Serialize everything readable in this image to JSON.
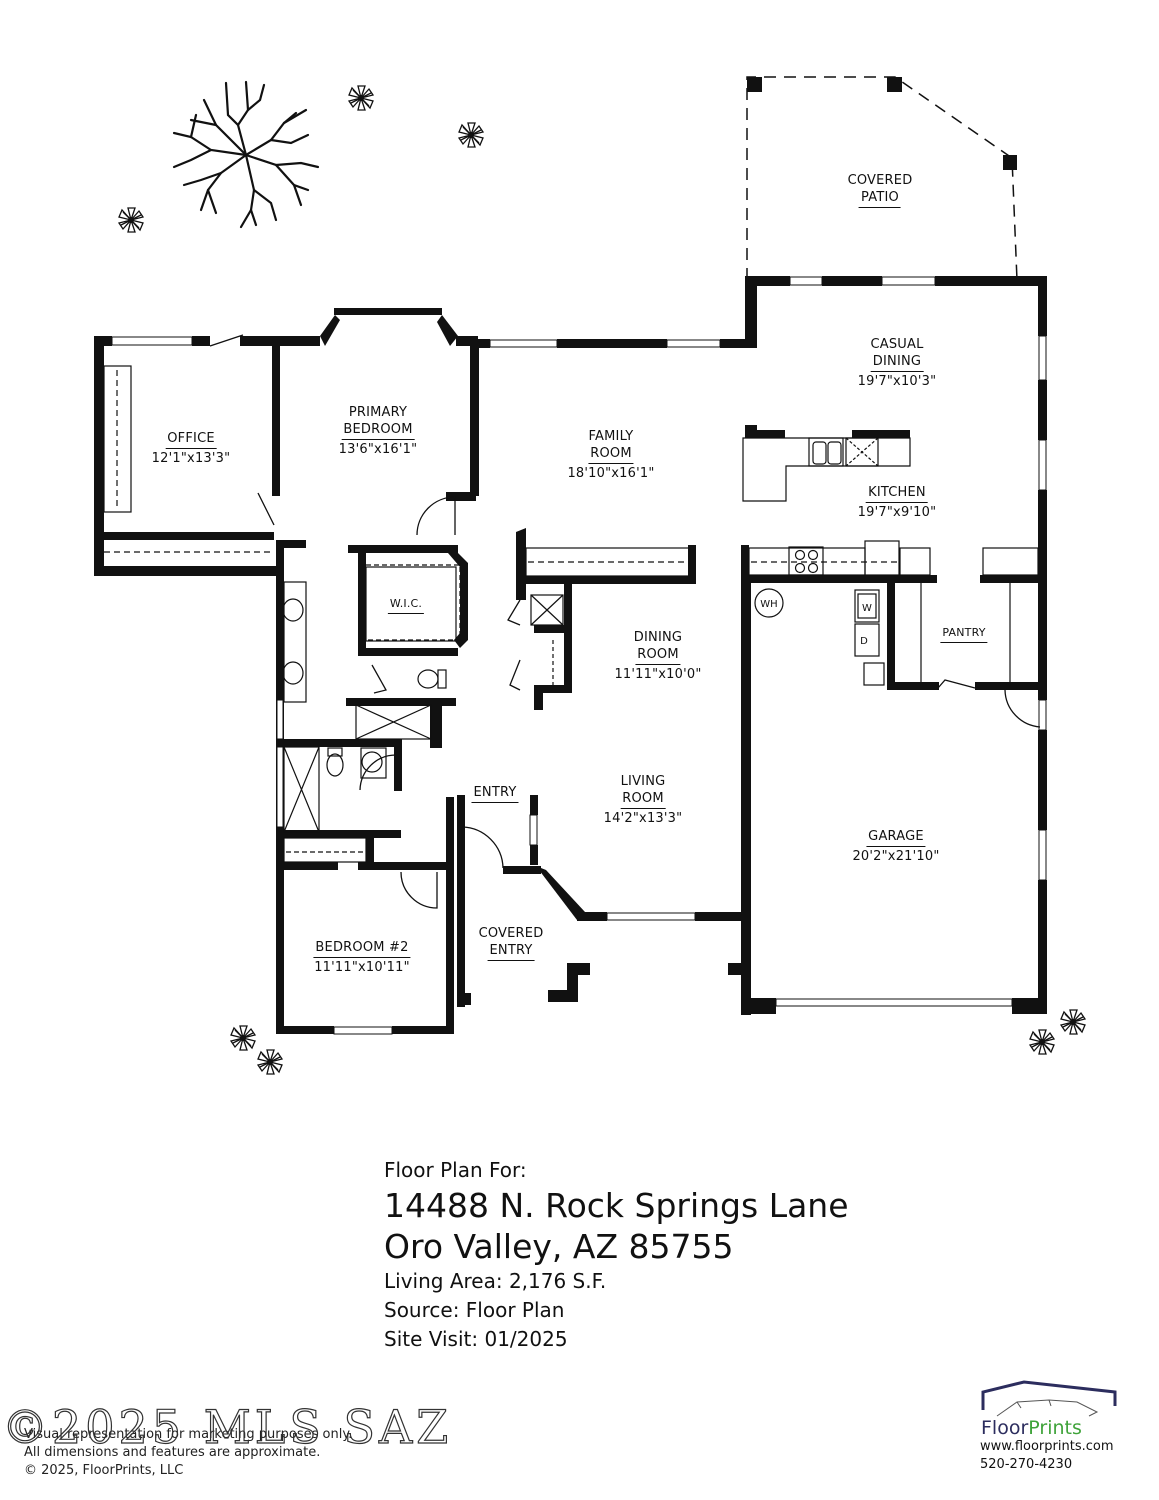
{
  "rooms": {
    "covered_patio": {
      "name_line1": "COVERED",
      "name_line2": "PATIO"
    },
    "casual_dining": {
      "name_line1": "CASUAL",
      "name_line2": "DINING",
      "dims": "19'7\"x10'3\""
    },
    "office": {
      "name": "OFFICE",
      "dims": "12'1\"x13'3\""
    },
    "primary_bedroom": {
      "name_line1": "PRIMARY",
      "name_line2": "BEDROOM",
      "dims": "13'6\"x16'1\""
    },
    "family_room": {
      "name_line1": "FAMILY",
      "name_line2": "ROOM",
      "dims": "18'10\"x16'1\""
    },
    "kitchen": {
      "name": "KITCHEN",
      "dims": "19'7\"x9'10\""
    },
    "wic": {
      "name": "W.I.C."
    },
    "dining_room": {
      "name_line1": "DINING",
      "name_line2": "ROOM",
      "dims": "11'11\"x10'0\""
    },
    "pantry": {
      "name": "PANTRY"
    },
    "living_room": {
      "name_line1": "LIVING",
      "name_line2": "ROOM",
      "dims": "14'2\"x13'3\""
    },
    "entry": {
      "name": "ENTRY"
    },
    "garage": {
      "name": "GARAGE",
      "dims": "20'2\"x21'10\""
    },
    "bedroom2": {
      "name": "BEDROOM #2",
      "dims": "11'11\"x10'11\""
    },
    "covered_entry": {
      "name_line1": "COVERED",
      "name_line2": "ENTRY"
    }
  },
  "fixtures": {
    "water_heater": "WH",
    "washer": "W",
    "dryer": "D"
  },
  "info": {
    "heading": "Floor Plan For:",
    "address_line1": "14488 N. Rock Springs Lane",
    "address_line2": "Oro Valley, AZ  85755",
    "living_area": "Living Area:  2,176 S.F.",
    "source": "Source:  Floor Plan",
    "site_visit": "Site Visit:  01/2025"
  },
  "disclaimer": {
    "line1": "Visual representation for marketing purposes only.",
    "line2": "All dimensions and features are approximate.",
    "line3": "© 2025, FloorPrints, LLC"
  },
  "watermark": "©2025 MLS SAZ",
  "logo": {
    "brand_part1": "Floor",
    "brand_part2": "Prints",
    "website": "www.floorprints.com",
    "phone": "520-270-4230",
    "colors": {
      "roof": "#2c2d5e",
      "floor_text": "#2c2d5e",
      "prints_text": "#3fa33a"
    }
  }
}
